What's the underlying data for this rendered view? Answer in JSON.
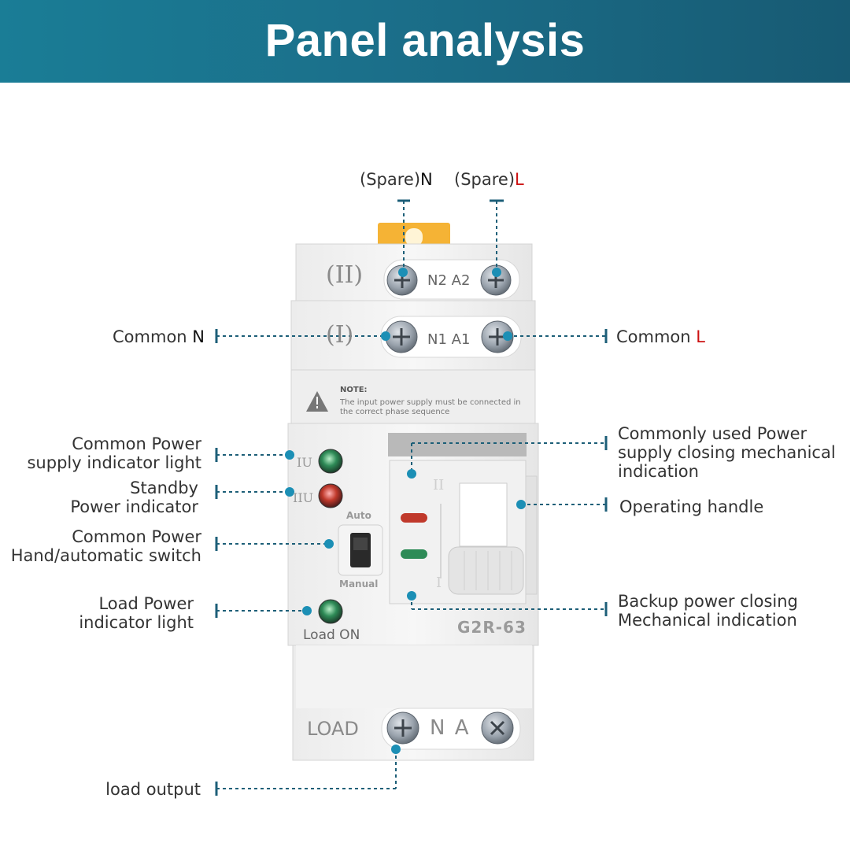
{
  "header": {
    "title": "Panel analysis"
  },
  "device": {
    "terminal_top_roman": "(II)",
    "terminal_top_label": "N2 A2",
    "terminal_mid_roman": "(I)",
    "terminal_mid_label": "N1 A1",
    "note_title": "NOTE:",
    "note_line1": "The input power supply must be connected in",
    "note_line2": "the correct phase sequence",
    "ind1_label": "IU",
    "ind2_label": "IIU",
    "switch_auto": "Auto",
    "switch_manual": "Manual",
    "load_on": "Load ON",
    "model": "G2R-63",
    "window_top_mark": "II",
    "window_bottom_mark": "I",
    "load_terminal": "LOAD",
    "load_na": "N A"
  },
  "callouts": {
    "spare_n_prefix": "(Spare)",
    "spare_n_letter": "N",
    "spare_l_prefix": "(Spare)",
    "spare_l_letter": "L",
    "common_n_text": "Common ",
    "common_n_letter": "N",
    "common_l_text": "Common ",
    "common_l_letter": "L",
    "common_power_ind_1": "Common Power",
    "common_power_ind_2": "supply indicator light",
    "standby_1": "Standby",
    "standby_2": "Power indicator",
    "switch_1": "Common Power",
    "switch_2": "Hand/automatic switch",
    "load_light_1": "Load Power",
    "load_light_2": "indicator light",
    "load_output": "load output",
    "closing_1": "Commonly used Power",
    "closing_2": "supply closing mechanical",
    "closing_3": "indication",
    "handle": "Operating handle",
    "backup_1": "Backup power closing",
    "backup_2": "Mechanical indication"
  },
  "colors": {
    "banner": "#1b6f8a",
    "callout_line": "#1d5f78",
    "dot": "#1c8fb5",
    "red_letter": "#cc1111",
    "led_green": "#2e8b57",
    "led_red": "#c0392b",
    "handle_tab": "#f5b335"
  }
}
